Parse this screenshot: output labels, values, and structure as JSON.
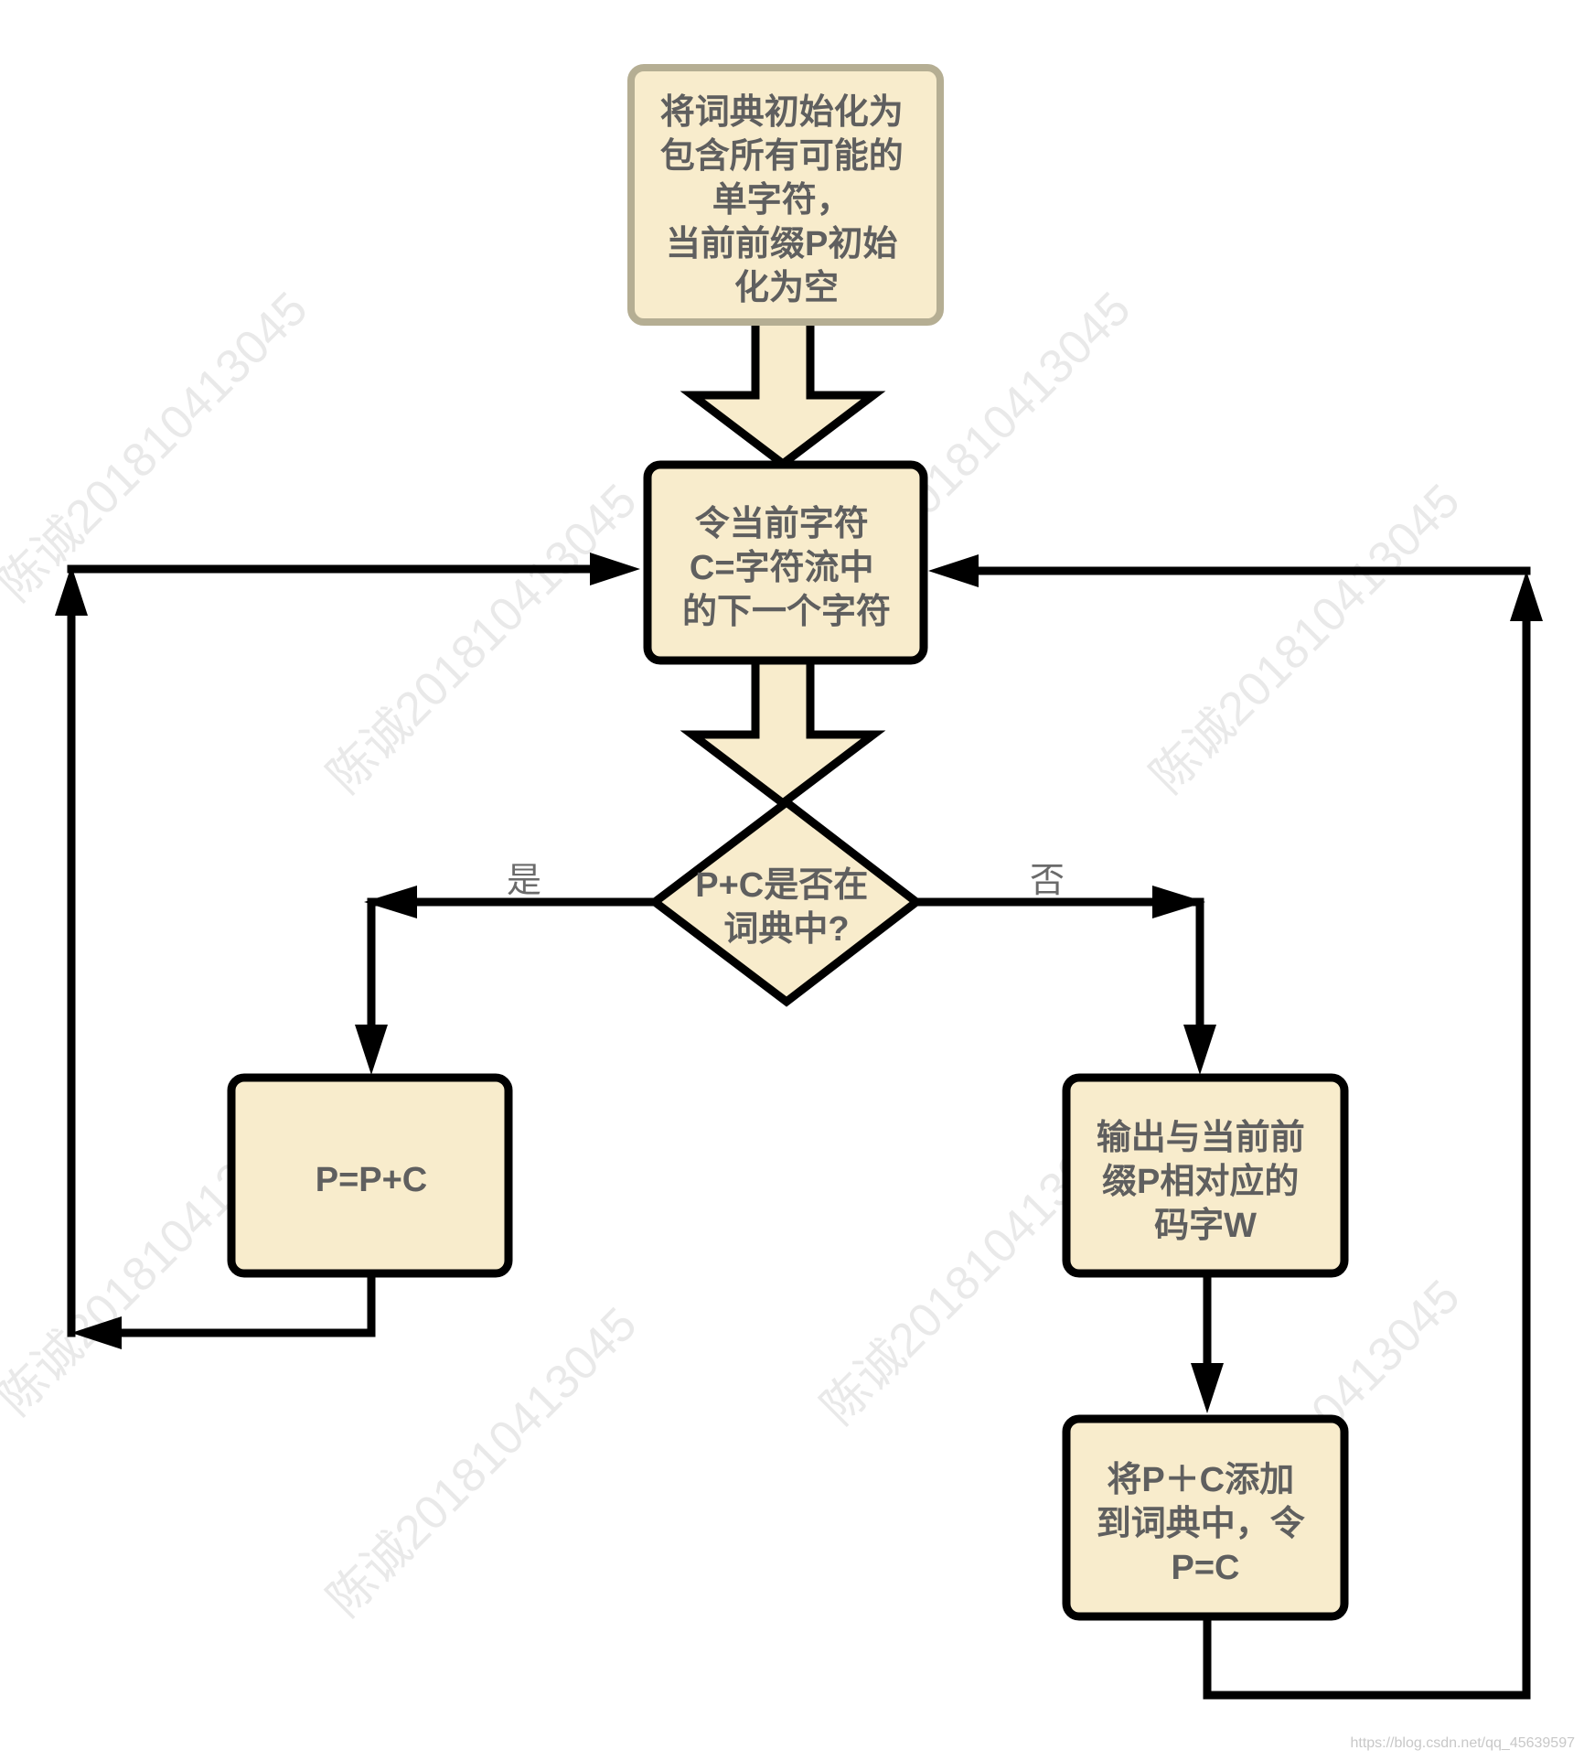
{
  "nodes": {
    "init": {
      "lines": [
        "将词典初始化为",
        "包含所有可能的",
        "单字符，",
        "当前前缀P初始",
        "化为空"
      ]
    },
    "read_char": {
      "lines": [
        "令当前字符",
        "C=字符流中",
        "的下一个字符"
      ]
    },
    "decision": {
      "lines": [
        "P+C是否在",
        "词典中?"
      ]
    },
    "extend": {
      "lines": [
        "P=P+C"
      ]
    },
    "output": {
      "lines": [
        "输出与当前前",
        "缀P相对应的",
        "码字W"
      ]
    },
    "add_entry": {
      "lines": [
        "将P＋C添加",
        "到词典中，令",
        "P=C"
      ]
    }
  },
  "edges": {
    "yes_label": "是",
    "no_label": "否"
  },
  "watermark": "陈诚201810413045",
  "credit": "https://blog.csdn.net/qq_45639597",
  "colors": {
    "node_fill": "#f8eccc",
    "node_stroke": "#000000",
    "start_stroke": "#b5ae93",
    "text": "#5f5f5f",
    "line": "#000000"
  }
}
